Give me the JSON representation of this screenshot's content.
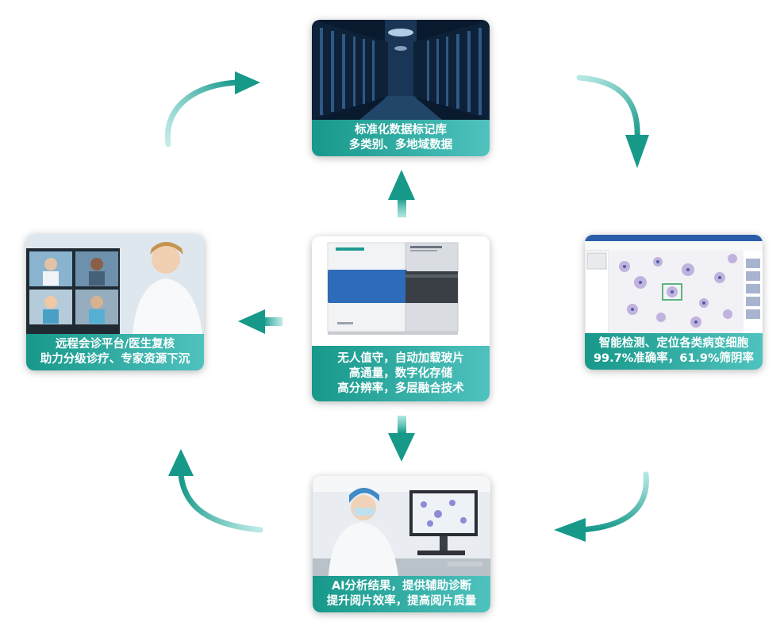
{
  "colors": {
    "accent_dark": "#1a9a84",
    "accent_light": "#55c7bf",
    "caption_start": "#17988a",
    "caption_end": "#4fc2be"
  },
  "cards": {
    "top": {
      "line1": "标准化数据标记库",
      "line2": "多类别、多地域数据"
    },
    "left": {
      "line1": "远程会诊平台/医生复核",
      "line2": "助力分级诊疗、专家资源下沉"
    },
    "center": {
      "line1": "无人值守，自动加载玻片",
      "line2": "高通量，数字化存储",
      "line3": "高分辨率，多层融合技术"
    },
    "right": {
      "line1": "智能检测、定位各类病变细胞",
      "line2": "99.7%准确率，61.9%筛阴率"
    },
    "bottom": {
      "line1": "AI分析结果，提供辅助诊断",
      "line2": "提升阅片效率，提高阅片质量"
    }
  }
}
